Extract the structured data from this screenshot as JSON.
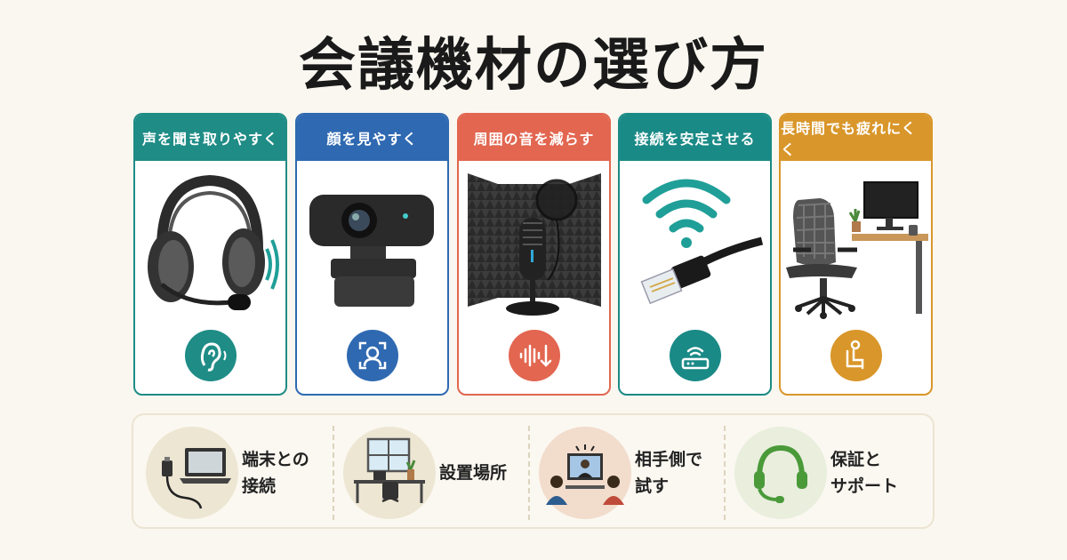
{
  "title": "会議機材の選び方",
  "cards": [
    {
      "label": "声を聞き取りやすく",
      "color": "#1f8c86",
      "icon": "ear-icon",
      "image": "headset"
    },
    {
      "label": "顔を見やすく",
      "color": "#2f69b1",
      "icon": "face-frame-icon",
      "image": "webcam"
    },
    {
      "label": "周囲の音を減らす",
      "color": "#e26650",
      "icon": "sound-reduce-icon",
      "image": "microphone"
    },
    {
      "label": "接続を安定させる",
      "color": "#1a8a86",
      "icon": "router-icon",
      "image": "wifi-cable"
    },
    {
      "label": "長時間でも疲れにくく",
      "color": "#d9962a",
      "icon": "seated-person-icon",
      "image": "chair-desk"
    }
  ],
  "bottom_items": [
    {
      "lines": [
        "端末との",
        "接続"
      ],
      "icon": "laptop-connection-icon"
    },
    {
      "lines": [
        "設置場所"
      ],
      "icon": "desk-window-icon"
    },
    {
      "lines": [
        "相手側で",
        "試す"
      ],
      "icon": "video-call-test-icon"
    },
    {
      "lines": [
        "保証と",
        "サポート"
      ],
      "icon": "support-headset-icon"
    }
  ]
}
